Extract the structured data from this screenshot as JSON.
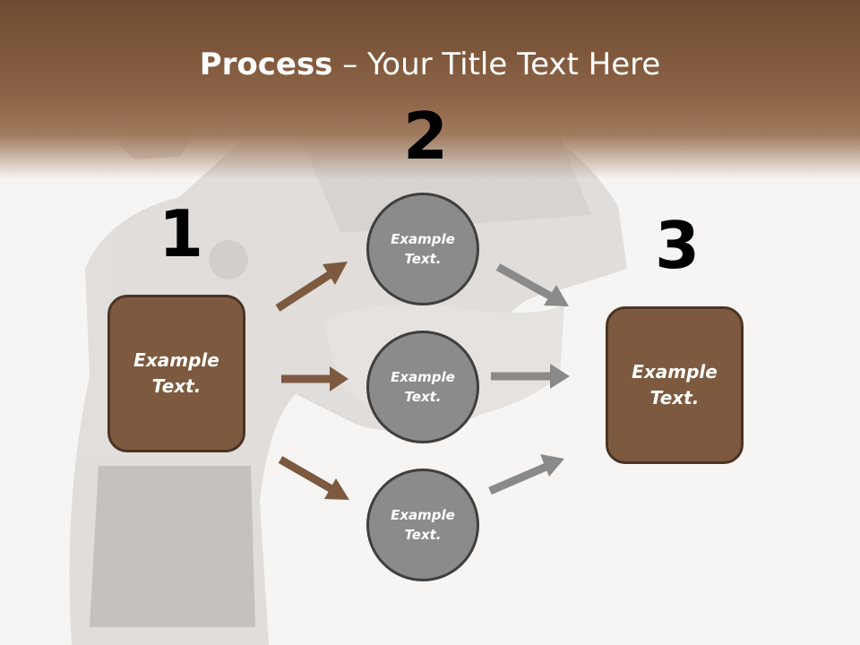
{
  "title": {
    "bold": "Process",
    "rest": " – Your Title Text Here"
  },
  "steps": {
    "one": "1",
    "two": "2",
    "three": "3"
  },
  "left_box": {
    "text": "Example\nText."
  },
  "right_box": {
    "text": "Example\nText."
  },
  "circles": [
    {
      "text": "Example\nText."
    },
    {
      "text": "Example\nText."
    },
    {
      "text": "Example\nText."
    }
  ],
  "colors": {
    "brown": "#7d5a3f",
    "brown_dark": "#4a3424",
    "gray": "#8b8b8b",
    "gray_arrow": "#8a8a8a",
    "header": "#8a5f3f"
  }
}
